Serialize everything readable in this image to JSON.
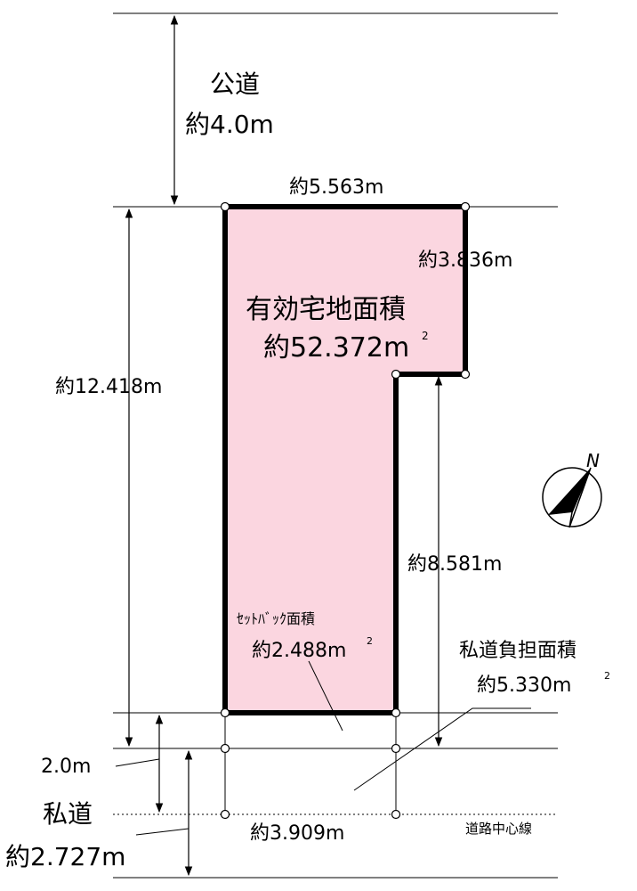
{
  "public_road": {
    "name": "公道",
    "width": "約4.0m"
  },
  "lot": {
    "title": "有効宅地面積",
    "area": "約52.372m",
    "area_unit_sup": "2",
    "fill_color": "#fbd6e0",
    "outline_color": "#000000"
  },
  "dimensions": {
    "top_width": "約5.563m",
    "right_notch_depth": "約3.836m",
    "left_depth": "約12.418m",
    "right_lower_depth": "約8.581m",
    "bottom_width": "約3.909m"
  },
  "setback": {
    "title": "ｾｯﾄﾊﾞｯｸ面積",
    "area": "約2.488m",
    "area_unit_sup": "2"
  },
  "private_road_burden": {
    "title": "私道負担面積",
    "area": "約5.330m",
    "area_unit_sup": "2"
  },
  "private_road": {
    "name": "私道",
    "width": "約2.727m",
    "half_width": "2.0m"
  },
  "centerline_label": "道路中心線",
  "north_symbol": "N"
}
